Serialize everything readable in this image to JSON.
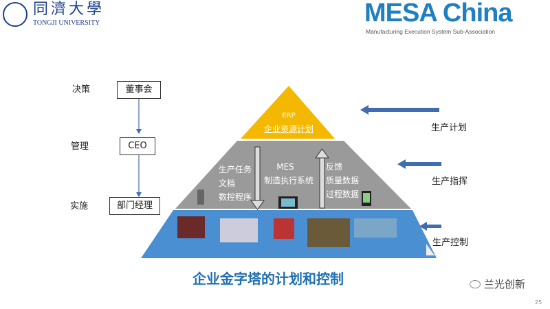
{
  "header": {
    "uni_cn": "同濟大學",
    "uni_en": "TONGJI UNIVERSITY",
    "mesa_title": "MESA China",
    "mesa_sub": "Manufacturing Execution System Sub-Association"
  },
  "left": {
    "levels": [
      {
        "label": "决策",
        "box": "董事会"
      },
      {
        "label": "管理",
        "box": "CEO"
      },
      {
        "label": "实施",
        "box": "部门经理"
      }
    ]
  },
  "pyramid": {
    "erp_title": "ERP",
    "erp_desc": "企业资源计划",
    "mes_title": "MES",
    "mes_desc": "制造执行系统",
    "down_items": [
      "生产任务",
      "文档",
      "数控程序"
    ],
    "up_items": [
      "反馈",
      "质量数据",
      "过程数据"
    ]
  },
  "right": {
    "labels": [
      "生产计划",
      "生产指挥",
      "生产控制"
    ]
  },
  "colors": {
    "erp": "#F5B800",
    "mes": "#9A9A9A",
    "base": "#4A90D0",
    "arrow": "#3F6DAE",
    "title": "#1F6FB2"
  },
  "caption": "企业金字塔的计划和控制",
  "watermark": "兰光创新",
  "page_number": "25"
}
